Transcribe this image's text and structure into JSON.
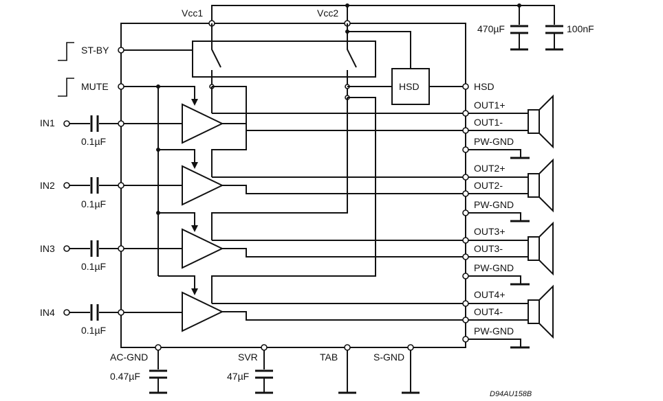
{
  "supply": {
    "vcc1": "Vcc1",
    "vcc2": "Vcc2",
    "cap_large": "470µF",
    "cap_small": "100nF"
  },
  "control": {
    "standby": "ST-BY",
    "mute": "MUTE",
    "hsd_block": "HSD",
    "hsd_pin": "HSD"
  },
  "inputs": [
    {
      "pin": "IN1",
      "cap": "0.1µF"
    },
    {
      "pin": "IN2",
      "cap": "0.1µF"
    },
    {
      "pin": "IN3",
      "cap": "0.1µF"
    },
    {
      "pin": "IN4",
      "cap": "0.1µF"
    }
  ],
  "outputs": [
    {
      "pos": "OUT1+",
      "neg": "OUT1-",
      "gnd": "PW-GND"
    },
    {
      "pos": "OUT2+",
      "neg": "OUT2-",
      "gnd": "PW-GND"
    },
    {
      "pos": "OUT3+",
      "neg": "OUT3-",
      "gnd": "PW-GND"
    },
    {
      "pos": "OUT4+",
      "neg": "OUT4-",
      "gnd": "PW-GND"
    }
  ],
  "bottom": {
    "ac_gnd": "AC-GND",
    "ac_cap": "0.47µF",
    "svr": "SVR",
    "svr_cap": "47µF",
    "tab": "TAB",
    "s_gnd": "S-GND"
  },
  "reference": "D94AU158B"
}
